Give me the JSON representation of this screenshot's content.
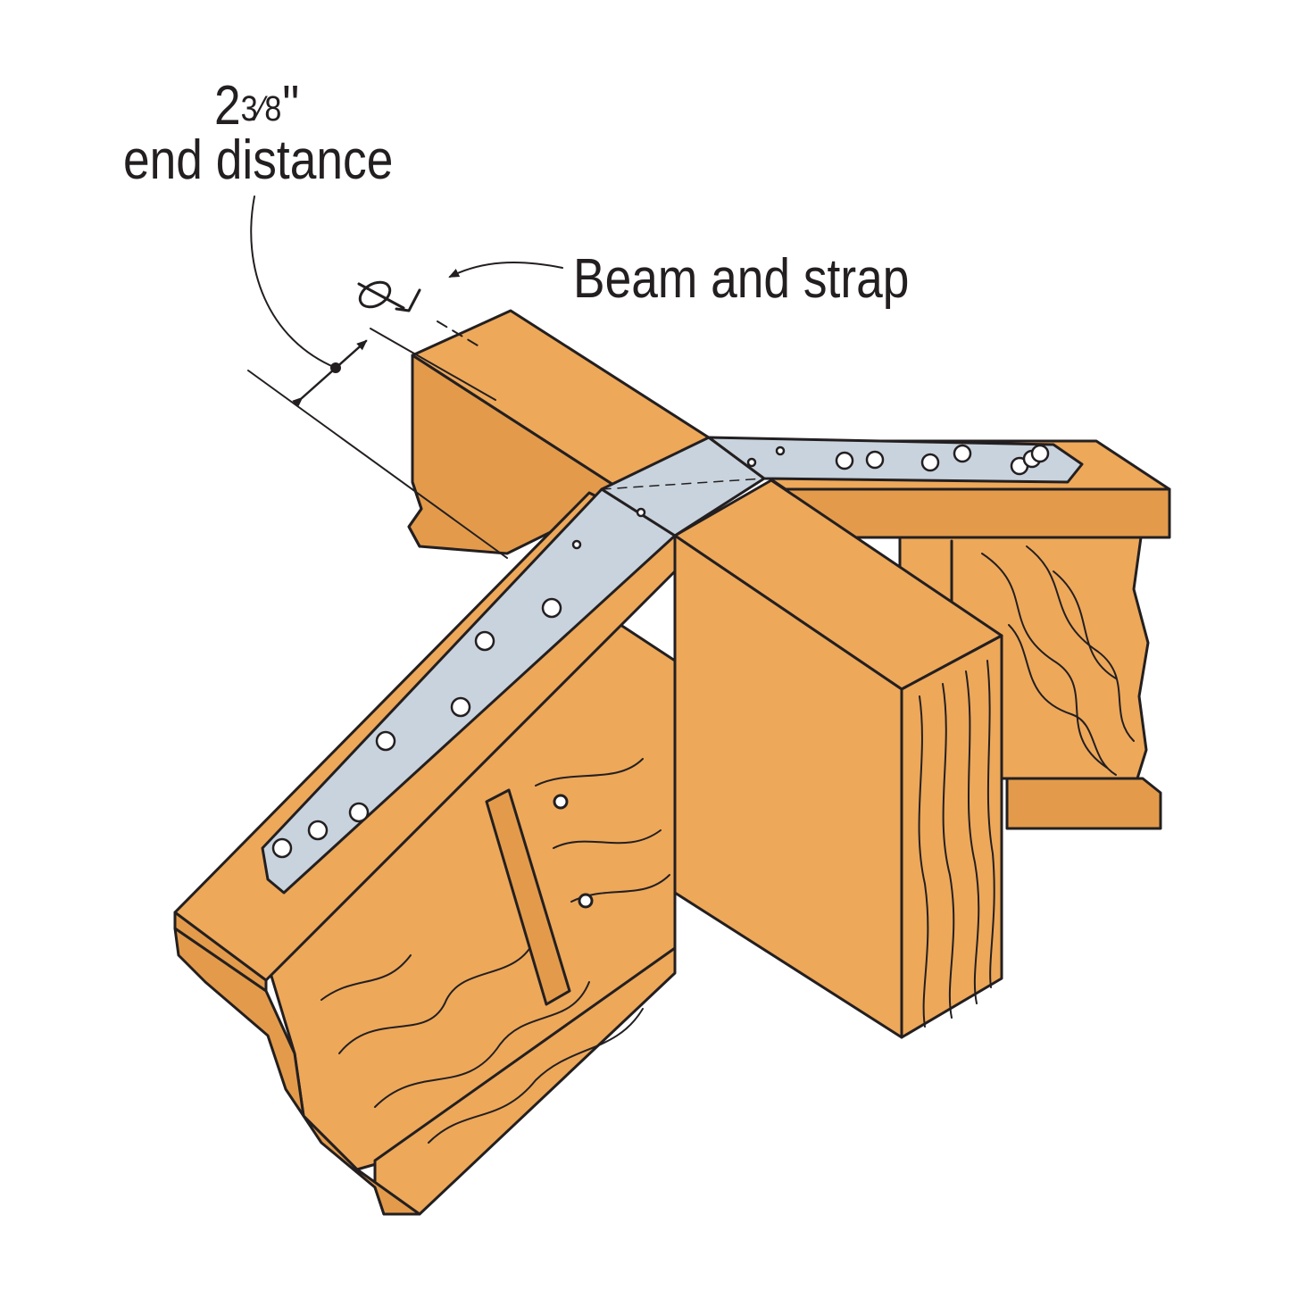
{
  "annotations": {
    "end_distance": {
      "value": "2⅜\"",
      "value_whole": "2",
      "value_fraction": "3⁄8",
      "value_unit": "\"",
      "caption": "end distance"
    },
    "centerline_callout": {
      "text": "Beam and strap",
      "symbol": "centerline-symbol"
    }
  },
  "colors": {
    "wood": "#EDA85A",
    "wood_shade": "#E39B4B",
    "strap": "#C9D3DD",
    "outline": "#231F20",
    "background": "#FFFFFF"
  }
}
